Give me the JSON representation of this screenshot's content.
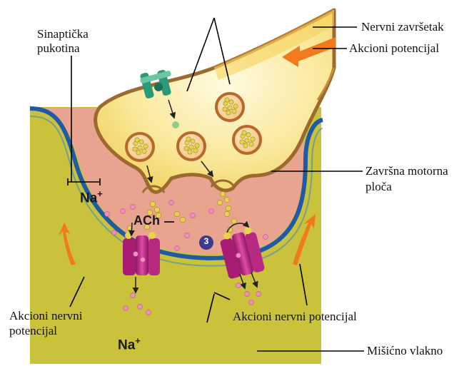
{
  "labels": {
    "synaptic_cleft_1": "Sinaptička",
    "synaptic_cleft_2": "pukotina",
    "nerve_terminal": "Nervni završetak",
    "action_potential": "Akcioni potencijal",
    "end_plate_1": "Završna motorna",
    "end_plate_2": "ploča",
    "nerve_ap_left_1": "Akcioni nervni",
    "nerve_ap_left_2": "potencijal",
    "nerve_ap_right": "Akcioni nervni potencijal",
    "muscle_fiber": "Mišićno vlakno"
  },
  "ions": {
    "na_top": "Na",
    "na_bottom": "Na",
    "charge": "+",
    "ach": "ACh",
    "step_number": "3"
  },
  "colors": {
    "muscle": "#c9c23a",
    "terminal": "#f6df7a",
    "cleft": "#e9a48f",
    "membrane": "#1f5aa8",
    "terminal_outline": "#9c6a2e",
    "channel": "#c2298a",
    "arrow_orange": "#f07a1c",
    "vesicle": "#d98a2a",
    "ach_dot": "#e8d44a"
  }
}
